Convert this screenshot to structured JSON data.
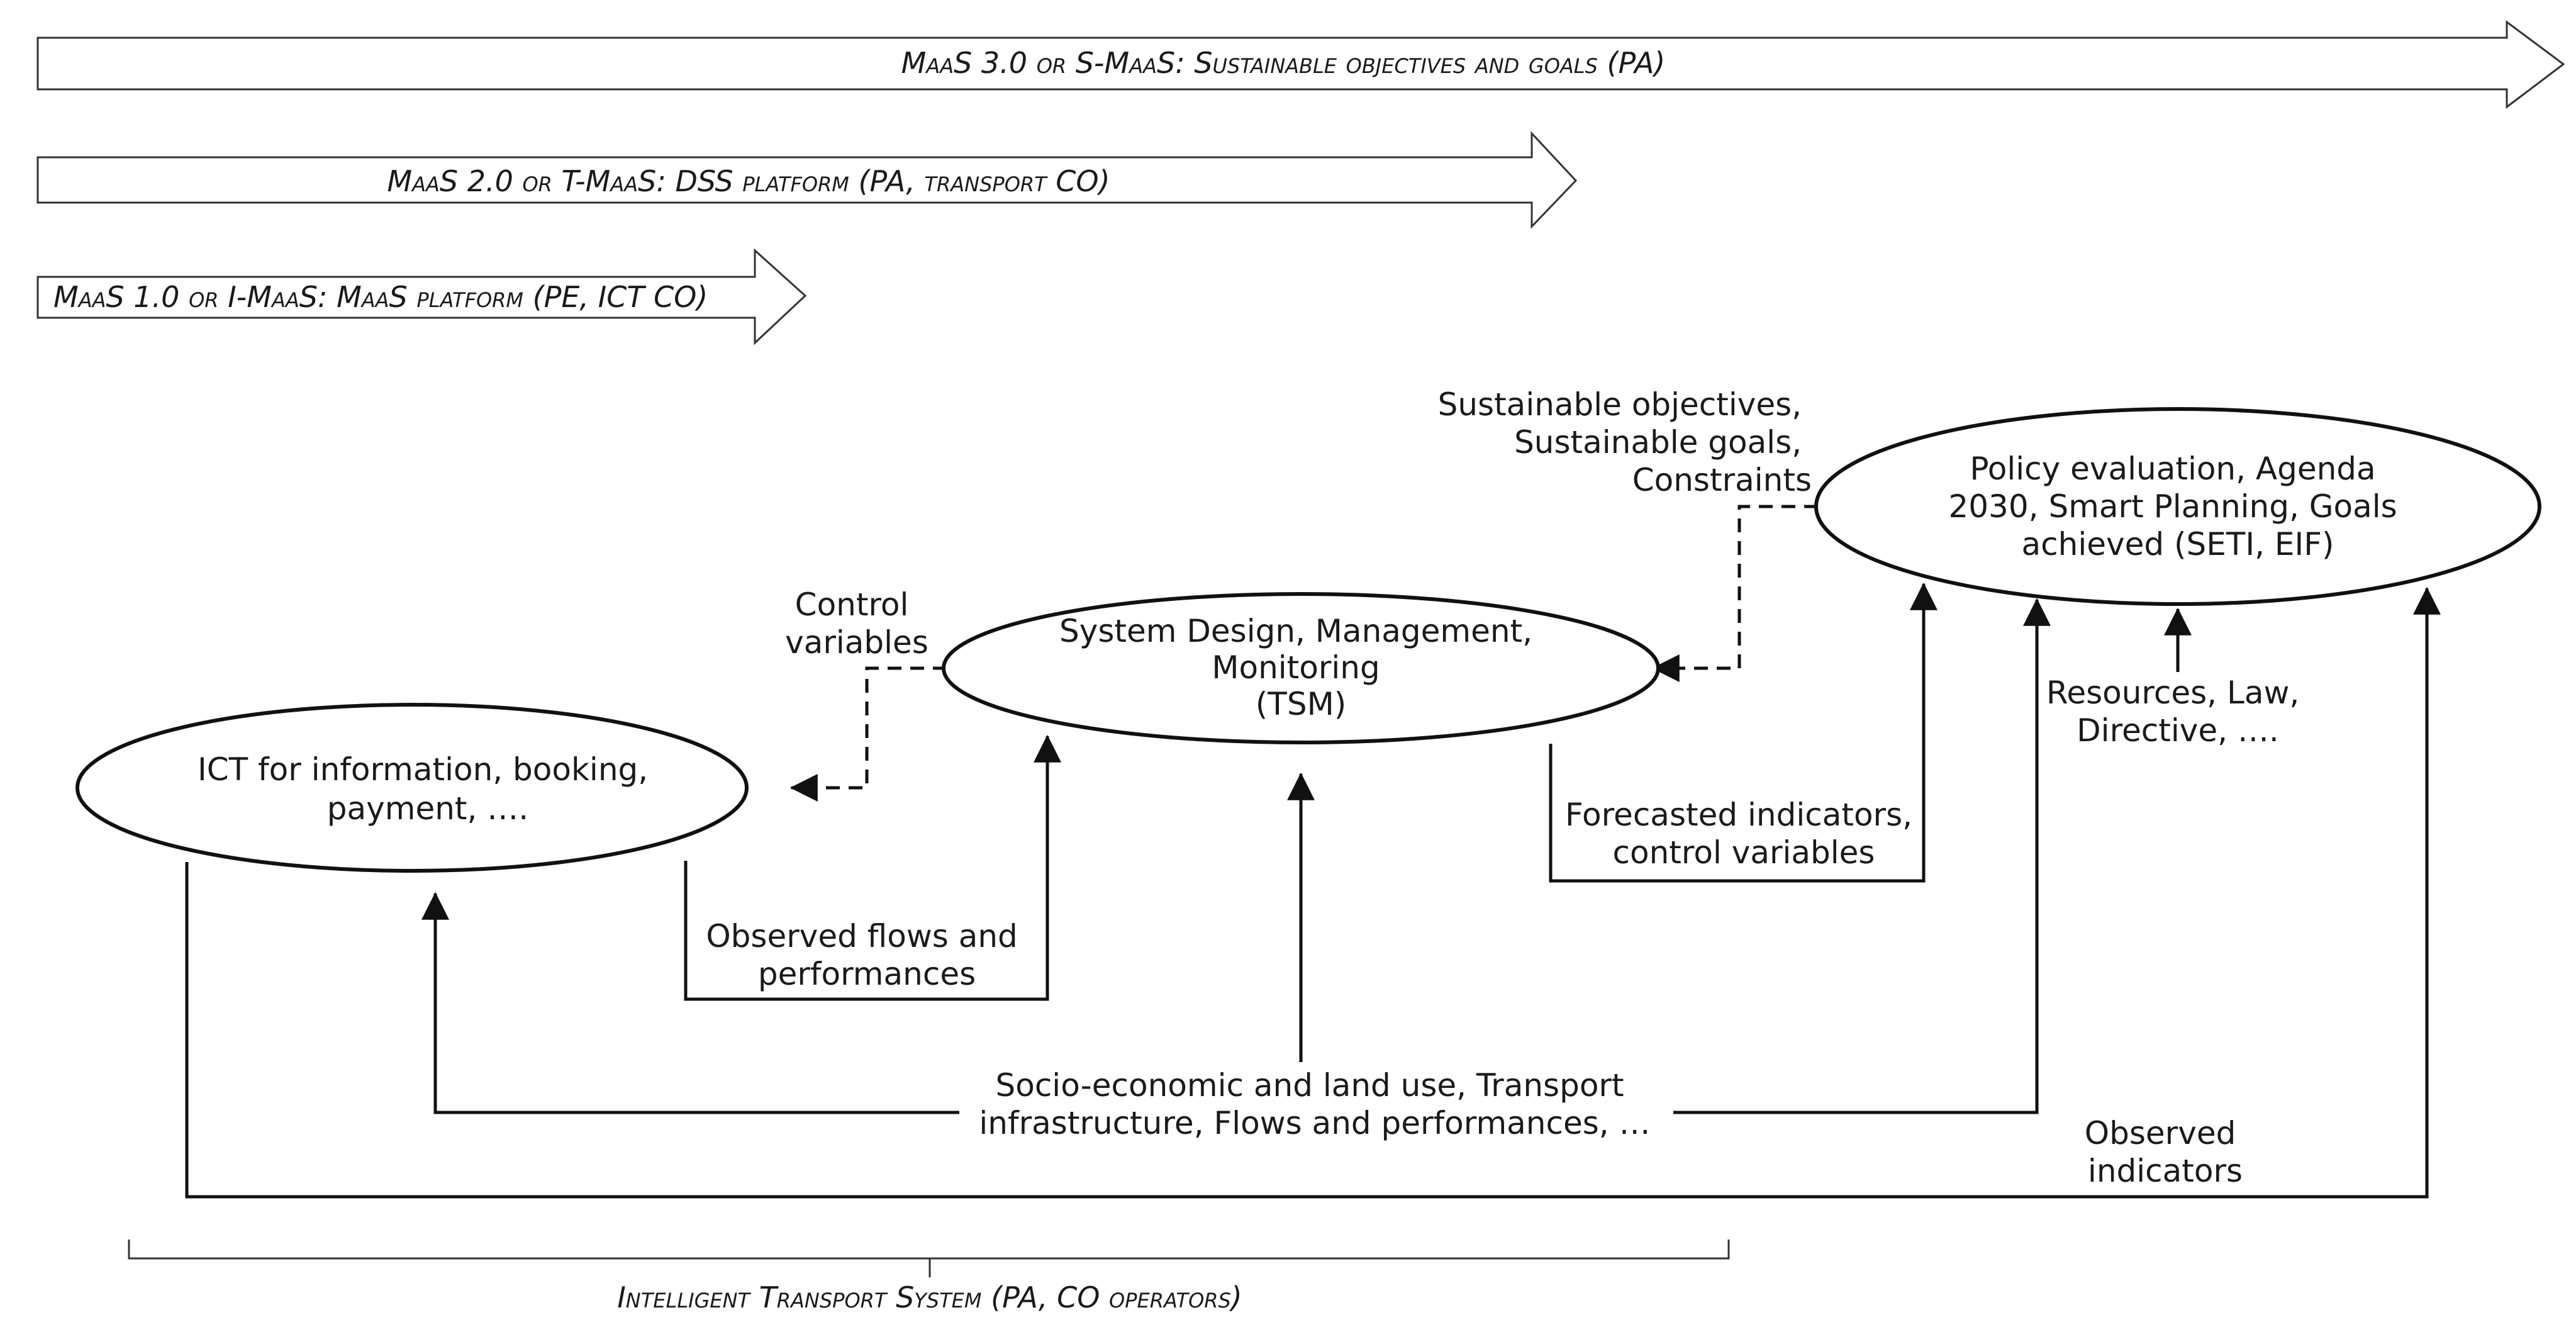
{
  "banners": {
    "maas3": "MaaS 3.0 or S-MaaS: Sustainable objectives and goals (PA)",
    "maas2": "MaaS 2.0 or T-MaaS: DSS platform (PA, transport CO)",
    "maas1": "MaaS 1.0 or I-MaaS: MaaS platform (PE, ICT CO)"
  },
  "nodes": {
    "ict": [
      "ICT for information, booking,",
      "payment, …."
    ],
    "tsm": [
      "System Design, Management,",
      "Monitoring",
      "(TSM)"
    ],
    "policy": [
      "Policy evaluation, Agenda",
      "2030, Smart Planning, Goals",
      "achieved (SETI, EIF)"
    ]
  },
  "labels": {
    "control_variables": [
      "Control",
      "variables"
    ],
    "sustainable": [
      "Sustainable objectives,",
      "Sustainable goals,",
      "Constraints"
    ],
    "resources": [
      "Resources, Law,",
      "Directive, …."
    ],
    "forecasted": [
      "Forecasted indicators,",
      "control variables"
    ],
    "observed_flows": [
      "Observed flows and",
      "performances"
    ],
    "socio": [
      "Socio-economic and land use, Transport",
      "infrastructure, Flows and performances, …"
    ],
    "observed_indicators": [
      "Observed",
      "indicators"
    ]
  },
  "footer": {
    "its": "Intelligent Transport System (PA, CO operators)"
  }
}
